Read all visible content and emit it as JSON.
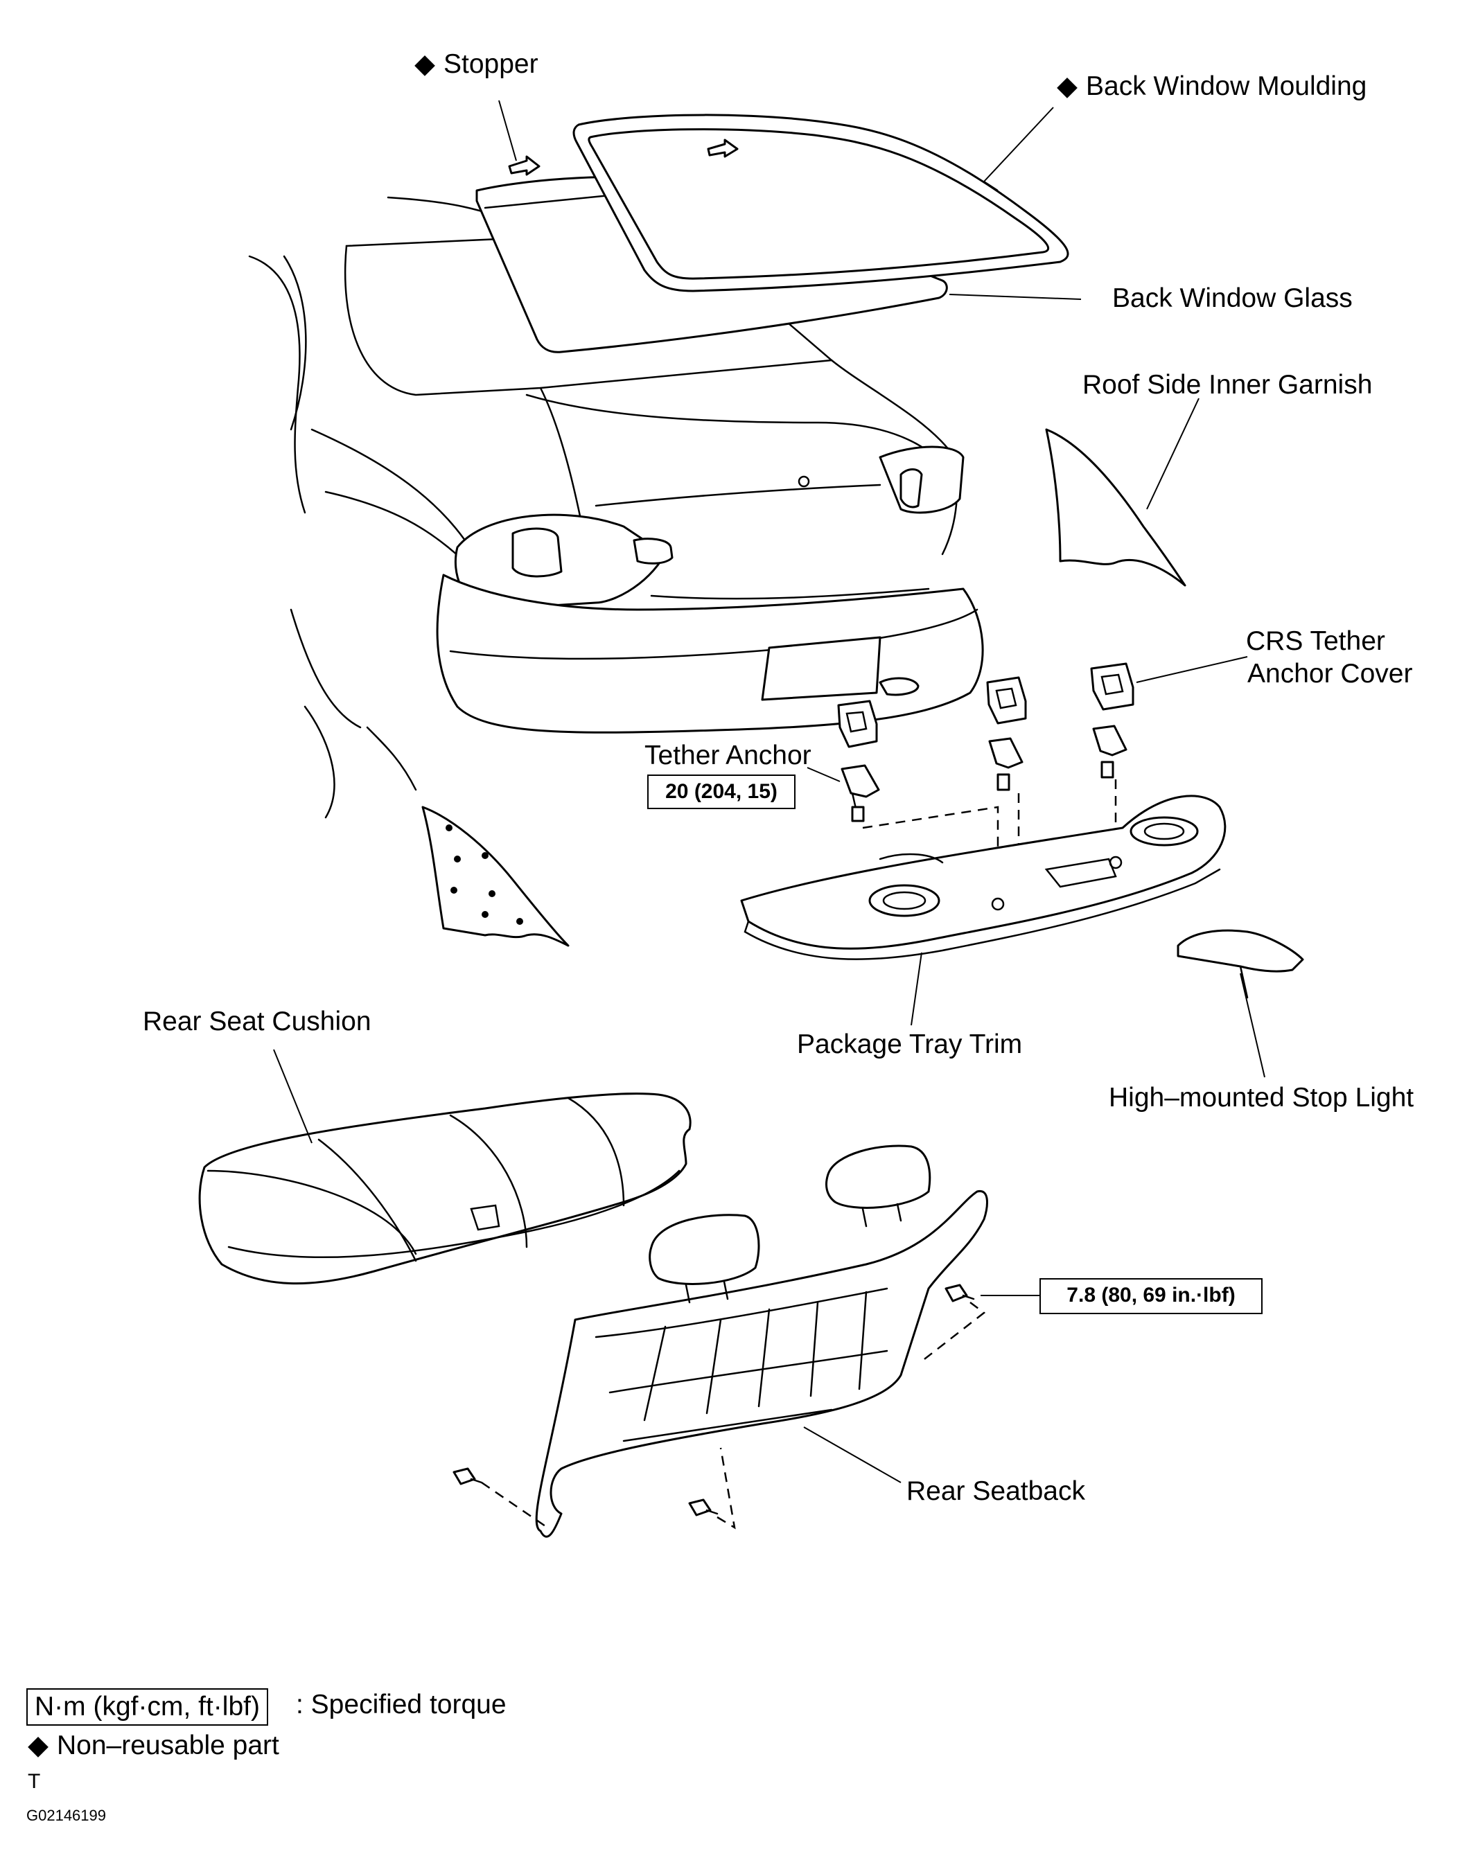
{
  "labels": {
    "stopper": "Stopper",
    "back_window_moulding": "Back Window Moulding",
    "back_window_glass": "Back Window Glass",
    "roof_side_inner_garnish": "Roof Side Inner Garnish",
    "crs_tether_anchor_cover_line1": "CRS Tether",
    "crs_tether_anchor_cover_line2": "Anchor Cover",
    "tether_anchor": "Tether Anchor",
    "package_tray_trim": "Package Tray Trim",
    "high_mounted_stop_light": "High–mounted Stop Light",
    "rear_seat_cushion": "Rear Seat Cushion",
    "rear_seatback": "Rear Seatback"
  },
  "torque_specs": {
    "tether_anchor": "20 (204, 15)",
    "rear_seatback": "7.8 (80, 69 in.·lbf)"
  },
  "symbols": {
    "non_reusable": "◆"
  },
  "legend": {
    "torque_unit": "N·m (kgf·cm, ft·lbf)",
    "torque_text": ": Specified torque",
    "non_reusable_text": "Non–reusable part",
    "variant": "T",
    "figure_code": "G02146199"
  }
}
